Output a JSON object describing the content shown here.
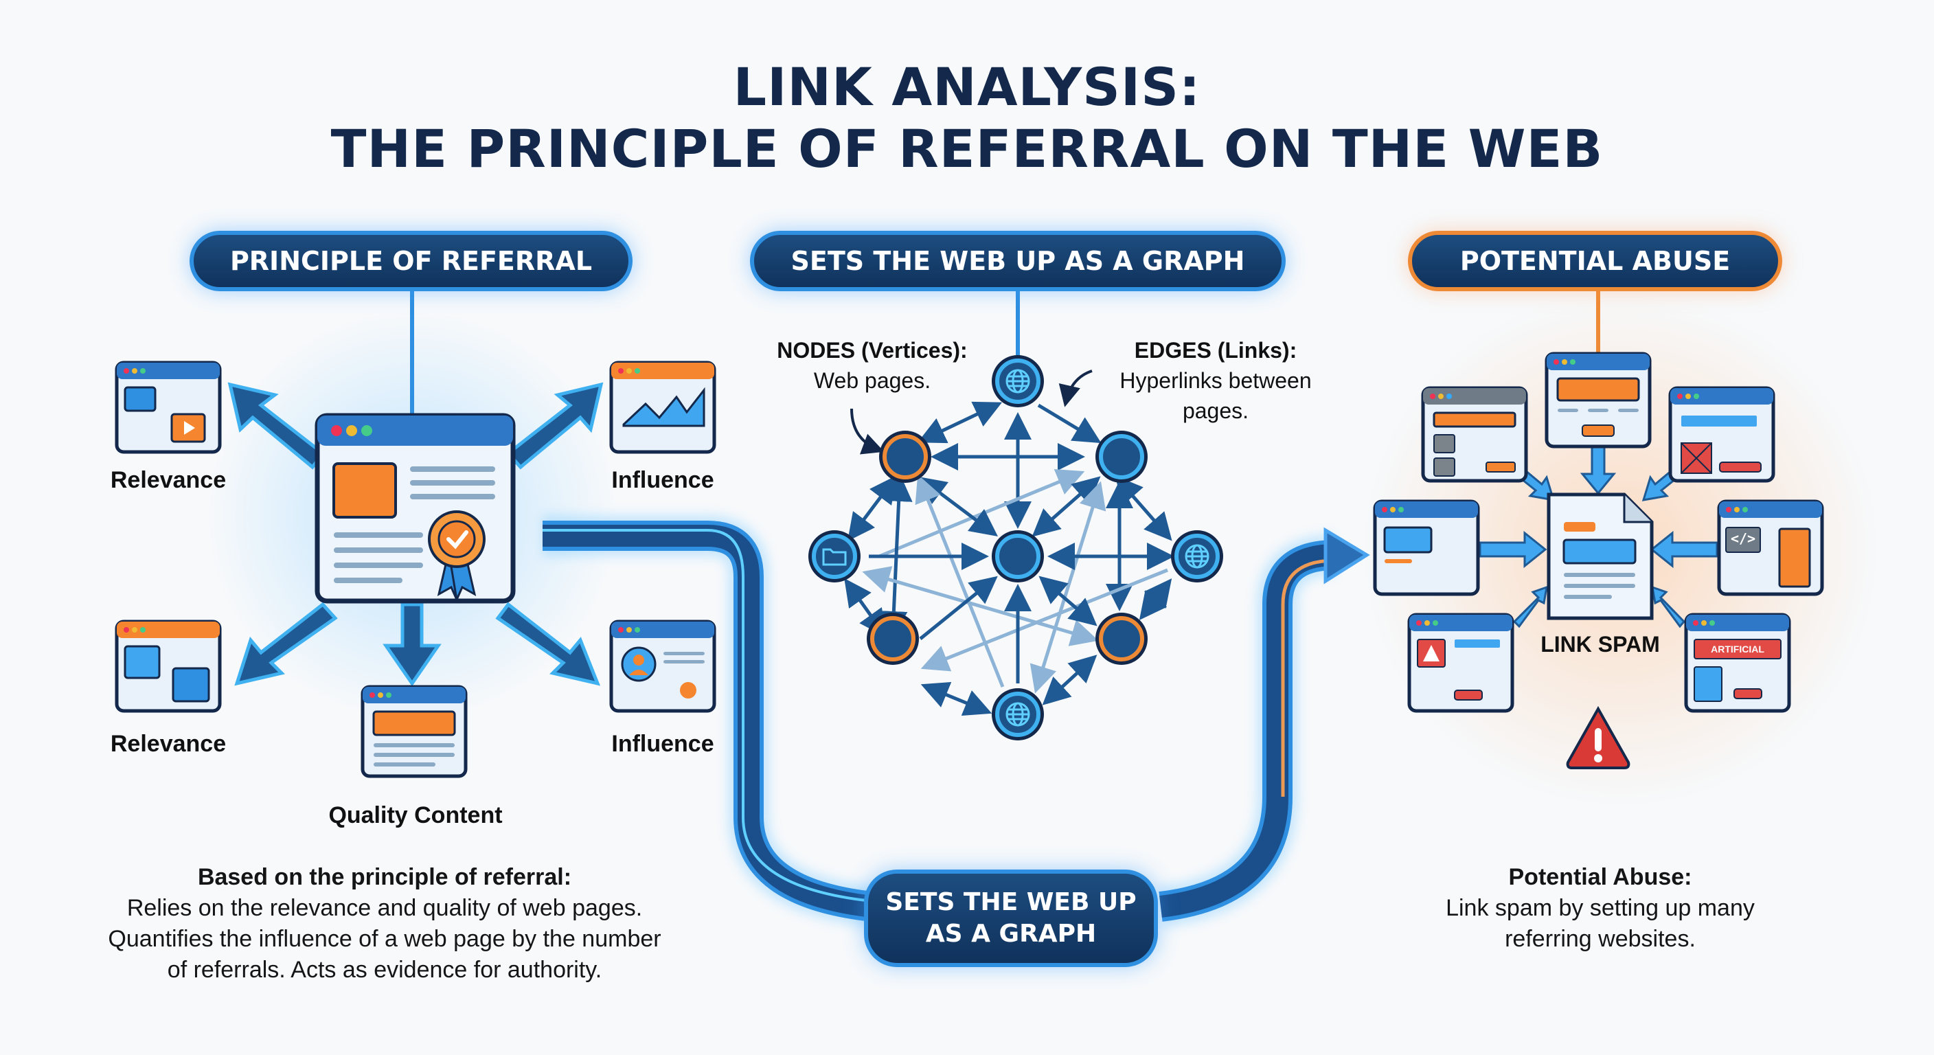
{
  "title": {
    "line1": "LINK ANALYSIS:",
    "line2": "THE PRINCIPLE OF REFERRAL ON THE WEB"
  },
  "colors": {
    "navy": "#13284a",
    "pill_fill": "#153d6b",
    "blue_accent": "#2f8fe0",
    "orange_accent": "#ee8a35",
    "alert_red": "#d93a36"
  },
  "referral": {
    "header": "PRINCIPLE OF REFERRAL",
    "center_icon": "award-badge-icon",
    "labels": {
      "top_left": "Relevance",
      "top_right": "Influence",
      "bottom_left": "Relevance",
      "bottom_center": "Quality Content",
      "bottom_right": "Influence"
    },
    "description": {
      "heading": "Based on the principle of referral:",
      "lines": [
        "Relies on the relevance and quality of web pages.",
        "Quantifies the influence of a web page by the number",
        "of referrals. Acts as evidence for authority."
      ]
    }
  },
  "graph": {
    "header": "SETS THE WEB UP AS A GRAPH",
    "nodes_label": {
      "title": "NODES (Vertices):",
      "text": "Web pages."
    },
    "edges_label": {
      "title": "EDGES (Links):",
      "text_line1": "Hyperlinks between",
      "text_line2": "pages."
    },
    "bottom_pill": {
      "line1": "SETS THE WEB UP",
      "line2": "AS A GRAPH"
    },
    "nodes": [
      {
        "id": "top",
        "icon": "globe-icon",
        "ring": "blue"
      },
      {
        "id": "upper-left",
        "icon": "none",
        "ring": "orange"
      },
      {
        "id": "upper-right",
        "icon": "none",
        "ring": "blue"
      },
      {
        "id": "mid-left",
        "icon": "folder-icon",
        "ring": "blue"
      },
      {
        "id": "center",
        "icon": "none",
        "ring": "blue"
      },
      {
        "id": "mid-right",
        "icon": "globe-icon",
        "ring": "blue"
      },
      {
        "id": "lower-left",
        "icon": "none",
        "ring": "orange"
      },
      {
        "id": "lower-right",
        "icon": "none",
        "ring": "orange"
      },
      {
        "id": "bottom",
        "icon": "globe-icon",
        "ring": "blue"
      }
    ]
  },
  "abuse": {
    "header": "POTENTIAL ABUSE",
    "center_label": "LINK SPAM",
    "artificial_tag": "ARTIFICIAL",
    "code_tag": "</>",
    "warning_icon": "warning-triangle-icon",
    "description": {
      "heading": "Potential Abuse:",
      "lines": [
        "Link spam by setting up many",
        "referring websites."
      ]
    }
  }
}
